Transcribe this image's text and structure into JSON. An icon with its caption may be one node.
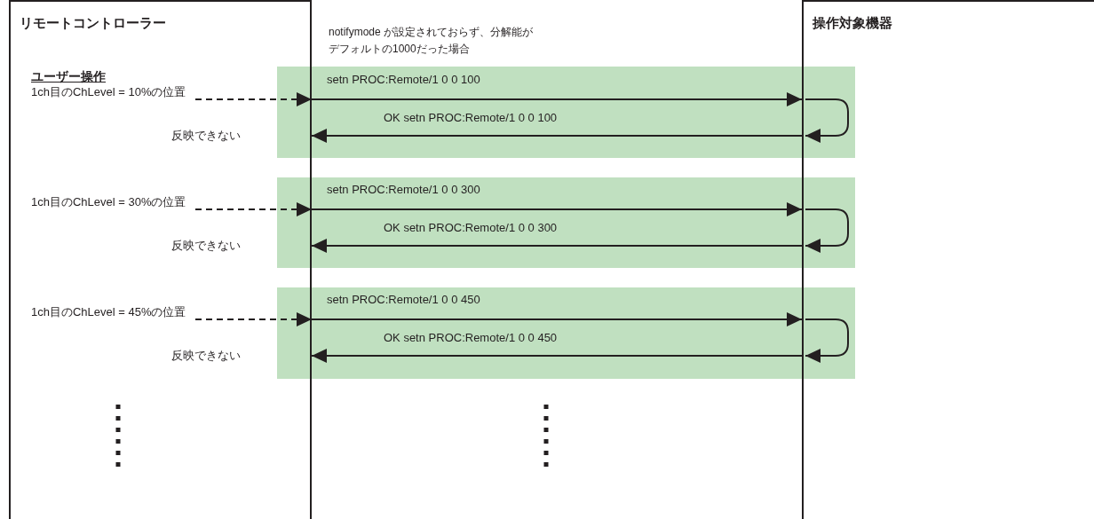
{
  "diagram": {
    "nodes": [
      {
        "text": [
          "リモートコントローラー"
        ]
      },
      {
        "text": [
          "操作対象機器"
        ]
      },
      {
        "text": [
          "1ch目のChLevel = 10%の位置"
        ],
        "in": 0
      },
      {
        "text": [
          "1ch目のChLevel = 30%の位置"
        ],
        "in": 0
      },
      {
        "text": [
          "1ch目のChLevel = 45%の位置"
        ],
        "in": 0
      }
    ],
    "edges": [
      {
        "from": 2,
        "to": 0,
        "arrow": "to",
        "style": "dashed"
      },
      {
        "from": 0,
        "to": 1,
        "arrow": "to",
        "label": "setn PROC:Remote/1 0 0 100"
      },
      {
        "from": 1,
        "to": 1,
        "arrow": "to"
      },
      {
        "from": 1,
        "to": 0,
        "arrow": "to",
        "label": "OK setn PROC:Remote/1 0 0 100"
      },
      {
        "from": 3,
        "to": 0,
        "arrow": "to",
        "style": "dashed"
      },
      {
        "from": 0,
        "to": 1,
        "arrow": "to",
        "label": "setn PROC:Remote/1 0 0 300"
      },
      {
        "from": 1,
        "to": 1,
        "arrow": "to"
      },
      {
        "from": 1,
        "to": 0,
        "arrow": "to",
        "label": "OK setn PROC:Remote/1 0 0 300"
      },
      {
        "from": 4,
        "to": 0,
        "arrow": "to",
        "style": "dashed"
      },
      {
        "from": 0,
        "to": 1,
        "arrow": "to",
        "label": "setn PROC:Remote/1 0 0 450"
      },
      {
        "from": 1,
        "to": 1,
        "arrow": "to"
      },
      {
        "from": 1,
        "to": 0,
        "arrow": "to",
        "label": "OK setn PROC:Remote/1 0 0 450"
      }
    ],
    "labels": [
      "notifymode が設定されておらず、分解能がデフォルトの1000だった場合",
      "ユーザー操作",
      "反映できない",
      "反映できない",
      "反映できない"
    ]
  }
}
